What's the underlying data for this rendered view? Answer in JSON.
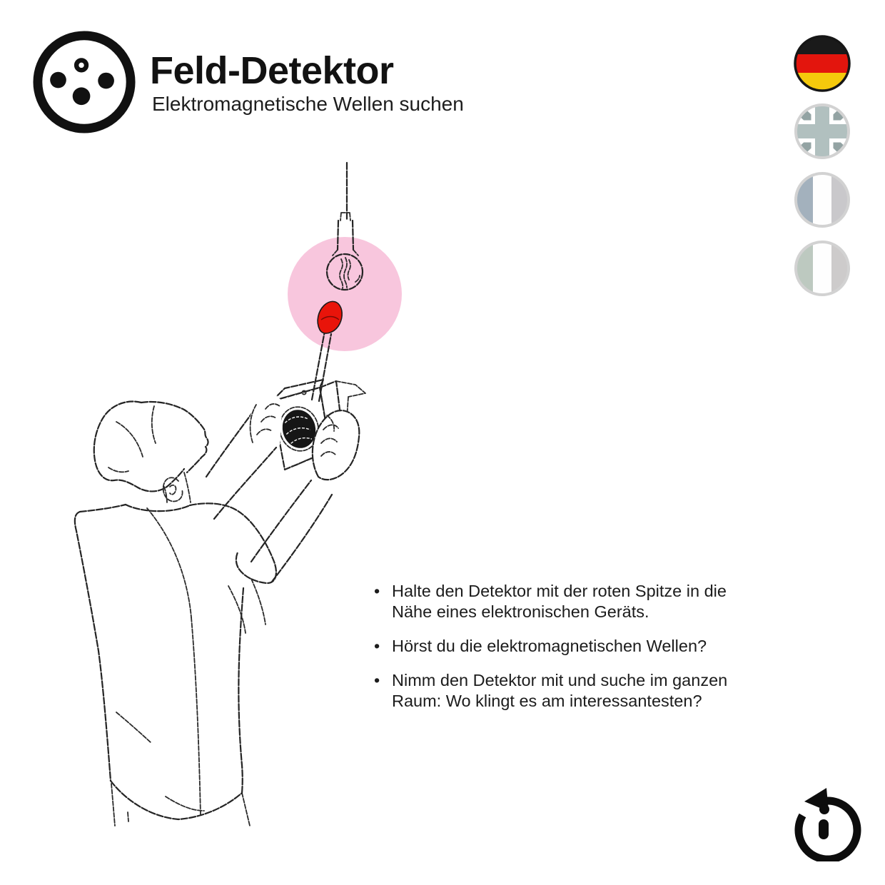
{
  "header": {
    "title": "Feld-Detektor",
    "subtitle": "Elektromagnetische Wellen suchen",
    "logo_icon": "speaker-dots-logo"
  },
  "language_switcher": {
    "flags": [
      {
        "icon": "german-flag-icon",
        "active": true
      },
      {
        "icon": "british-flag-icon",
        "active": false
      },
      {
        "icon": "french-flag-icon",
        "active": false
      },
      {
        "icon": "italian-flag-icon",
        "active": false
      }
    ]
  },
  "illustration": {
    "icon": "person-scanning-hanging-bulb-illustration",
    "highlight_color": "#F8C6DD",
    "probe_tip_color": "#E9140A"
  },
  "instructions": {
    "bullet_char": "•",
    "items": [
      "Halte den Detektor mit der roten Spitze in die Nähe eines elektronischen Geräts.",
      "Hörst du die elektromagnetischen Wellen?",
      "Nimm den Detektor mit und suche im ganzen Raum: Wo klingt es am interessantesten?"
    ]
  },
  "footer": {
    "info_icon": "info-reset-icon"
  },
  "colors": {
    "text": "#1B1B1B",
    "flag_black": "#1A1A1A",
    "flag_red": "#E3150D",
    "flag_gold": "#F5C90C",
    "inactive_flag_ring": "#D2D2D2",
    "highlight_pink": "#F8C6DD",
    "probe_red": "#E9140A"
  }
}
